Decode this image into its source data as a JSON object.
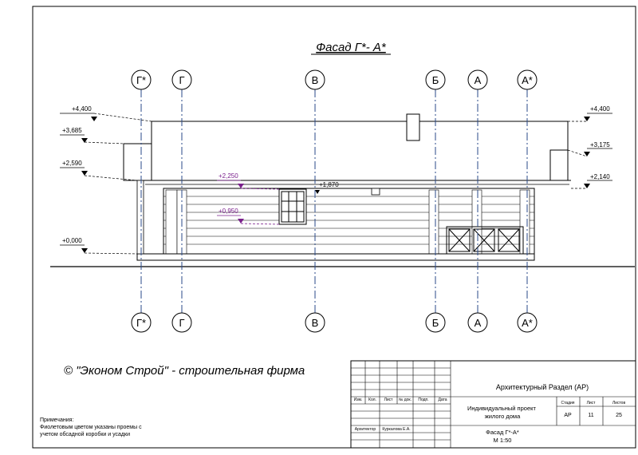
{
  "drawing": {
    "title": "Фасад Г*- А*",
    "axes_top": [
      "Г*",
      "Г",
      "В",
      "Б",
      "А",
      "А*"
    ],
    "axes_bottom": [
      "Г*",
      "Г",
      "В",
      "Б",
      "А",
      "А*"
    ],
    "levels_left": [
      "+4,400",
      "+3,685",
      "+2,590",
      "+0,000"
    ],
    "levels_right": [
      "+4,400",
      "+3,175",
      "+2,140"
    ],
    "level_inner": "+1,870",
    "levels_purple": [
      "+2,250",
      "+0,950"
    ],
    "accent_color": "#7a1f8c",
    "line_color": "#000000",
    "axis_color": "#2a4a8a"
  },
  "copyright": "© \"Эконом Строй\" - строительная фирма",
  "notes": {
    "heading": "Примечания:",
    "text": "Фиолетовым цветом указаны проемы с учетом обсадной коробки и усадки"
  },
  "titleblock": {
    "headers": [
      "Изм.",
      "Кол.",
      "Лист",
      "№ док.",
      "Подп.",
      "Дата"
    ],
    "role": "Архитектор",
    "person": "Куркалова Е.А.",
    "section": "Архитектурный Раздел (АР)",
    "project": "Индивидуальный проект жилого дома",
    "sheet_name": "Фасад Г*-А*",
    "scale": "М 1:50",
    "stage_label": "Стадия",
    "sheet_label": "Лист",
    "sheets_label": "Листов",
    "stage": "АР",
    "sheet": "11",
    "sheets": "25"
  }
}
